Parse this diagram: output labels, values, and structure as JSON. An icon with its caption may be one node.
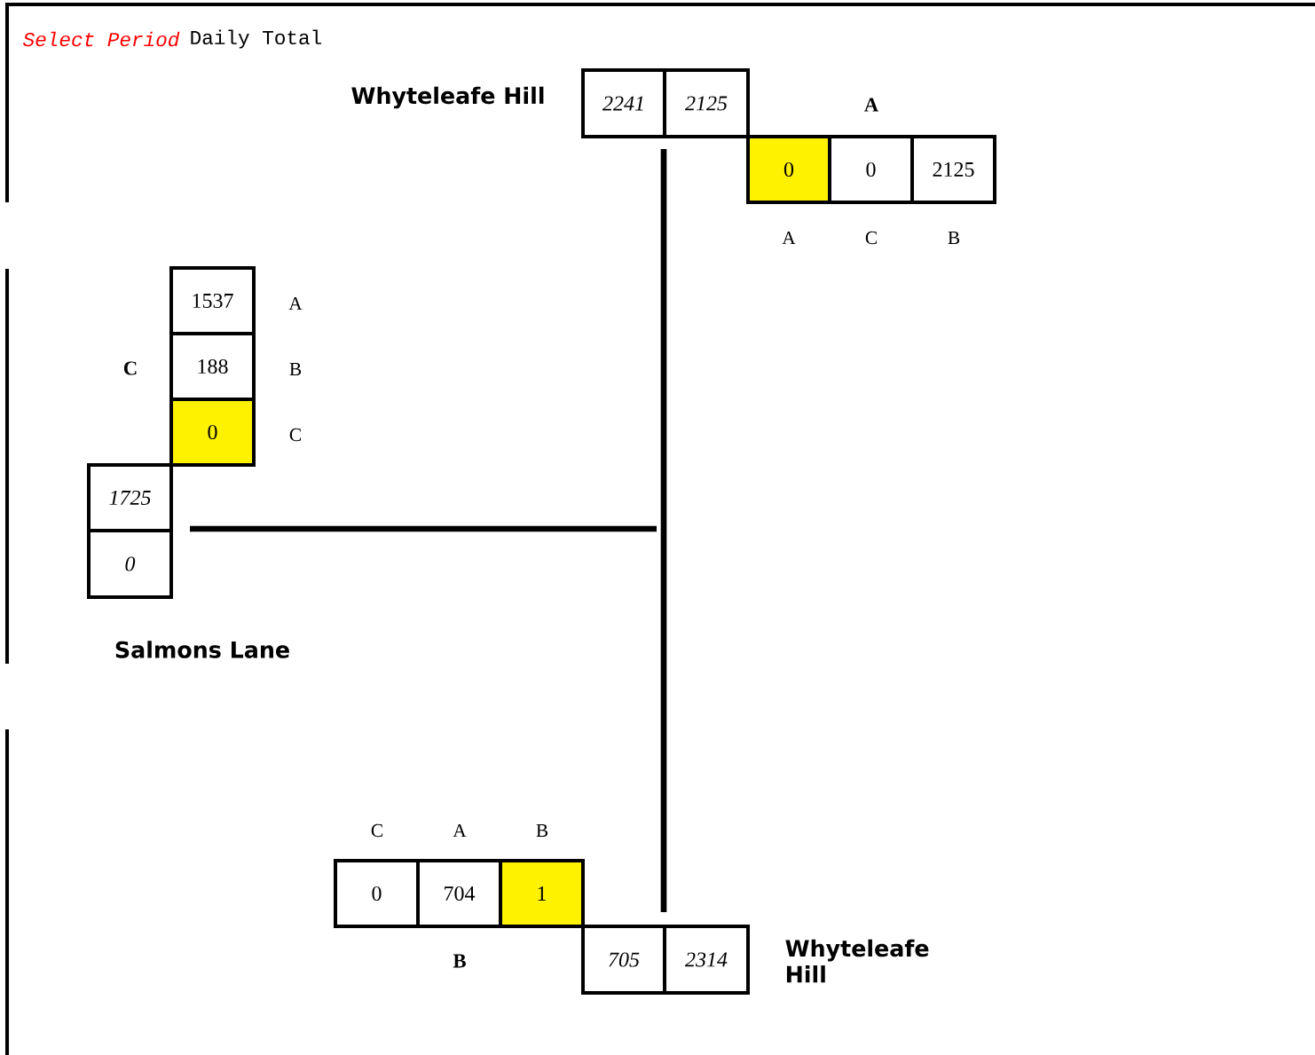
{
  "diagram": {
    "nodes": [
      {
        "text": [
          "2241"
        ]
      },
      {
        "text": [
          "2125"
        ]
      },
      {
        "text": [
          "0"
        ]
      },
      {
        "text": [
          "0"
        ]
      },
      {
        "text": [
          "2125"
        ]
      },
      {
        "text": [
          "1537"
        ]
      },
      {
        "text": [
          "188"
        ]
      },
      {
        "text": [
          "0"
        ]
      },
      {
        "text": [
          "1725"
        ]
      },
      {
        "text": [
          "0"
        ]
      },
      {
        "text": [
          "0"
        ]
      },
      {
        "text": [
          "704"
        ]
      },
      {
        "text": [
          "1"
        ]
      },
      {
        "text": [
          "705"
        ]
      },
      {
        "text": [
          "2314"
        ]
      }
    ],
    "labels": [
      "Select Period",
      "Daily Total",
      "Whyteleafe Hill",
      "A",
      "A",
      "C",
      "B",
      "C",
      "A",
      "B",
      "C",
      "Salmons Lane",
      "C",
      "A",
      "B",
      "B",
      "Whyteleafe Hill"
    ]
  }
}
